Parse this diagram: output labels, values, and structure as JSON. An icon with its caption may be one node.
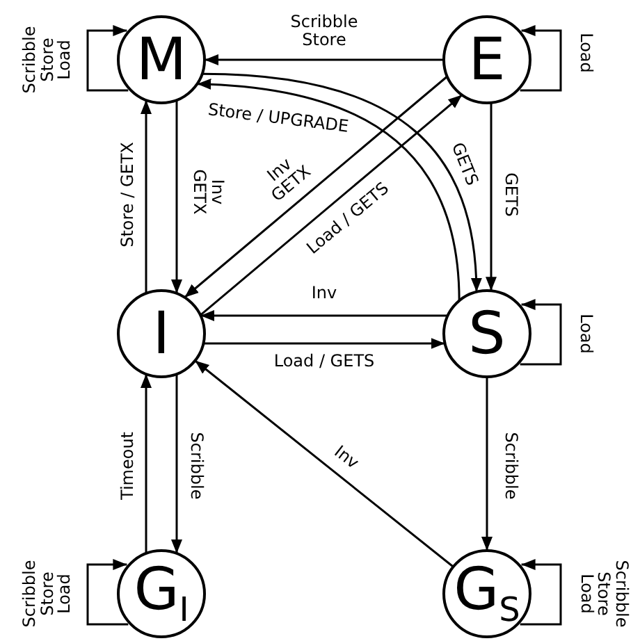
{
  "diagram": {
    "nodes": [
      {
        "text": [
          "M"
        ]
      },
      {
        "text": [
          "E"
        ]
      },
      {
        "text": [
          "I"
        ]
      },
      {
        "text": [
          "S"
        ]
      },
      {
        "text": [
          "G$_{I}$"
        ]
      },
      {
        "text": [
          "G$_{S}$"
        ]
      }
    ],
    "edges": [
      {
        "from": 1,
        "to": 0,
        "arrow": "to",
        "label": "Scribble Store"
      },
      {
        "from": 0,
        "to": 0,
        "arrow": "to",
        "label": "Scribble Store Load"
      },
      {
        "from": 1,
        "to": 1,
        "arrow": "to",
        "label": "Load"
      },
      {
        "from": 0,
        "to": 3,
        "arrow": "to",
        "label": "GETS"
      },
      {
        "from": 3,
        "to": 0,
        "arrow": "to",
        "label": "Store / UPGRADE"
      },
      {
        "from": 2,
        "to": 0,
        "arrow": "to",
        "label": "Store / GETX"
      },
      {
        "from": 0,
        "to": 2,
        "arrow": "to",
        "label": "Inv GETX"
      },
      {
        "from": 1,
        "to": 2,
        "arrow": "to",
        "label": "Inv GETX"
      },
      {
        "from": 2,
        "to": 1,
        "arrow": "to",
        "label": "Load / GETS"
      },
      {
        "from": 1,
        "to": 3,
        "arrow": "to",
        "label": "GETS"
      },
      {
        "from": 3,
        "to": 2,
        "arrow": "to",
        "label": "Inv"
      },
      {
        "from": 2,
        "to": 3,
        "arrow": "to",
        "label": "Load / GETS"
      },
      {
        "from": 3,
        "to": 3,
        "arrow": "to",
        "label": "Load"
      },
      {
        "from": 4,
        "to": 2,
        "arrow": "to",
        "label": "Timeout"
      },
      {
        "from": 2,
        "to": 4,
        "arrow": "to",
        "label": "Scribble"
      },
      {
        "from": 5,
        "to": 2,
        "arrow": "to",
        "label": "Inv"
      },
      {
        "from": 3,
        "to": 5,
        "arrow": "to",
        "label": "Scribble"
      },
      {
        "from": 4,
        "to": 4,
        "arrow": "to",
        "label": "Scribble Store Load"
      },
      {
        "from": 5,
        "to": 5,
        "arrow": "to",
        "label": "Scribble Store Load"
      }
    ]
  }
}
